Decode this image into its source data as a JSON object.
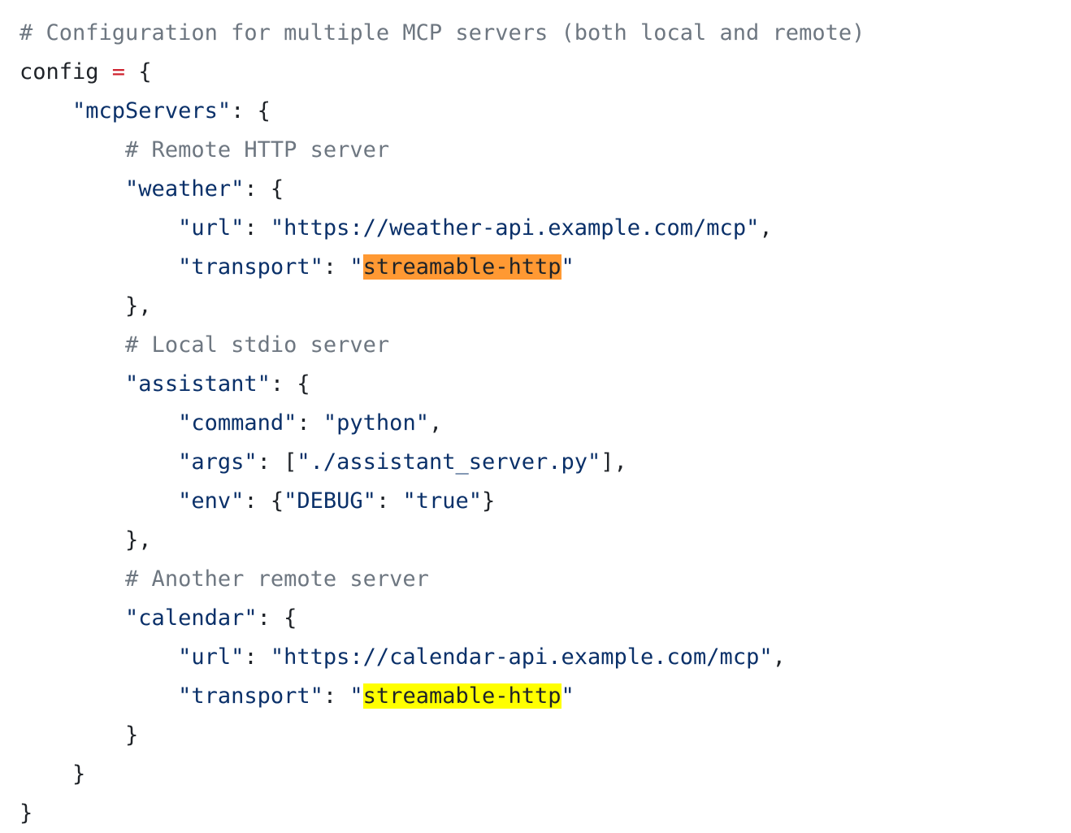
{
  "code": {
    "language": "python",
    "indent": "    ",
    "colors": {
      "comment": "#6e7781",
      "string": "#0a3069",
      "operator": "#cf222e",
      "text": "#1f2328",
      "highlight_orange": "#ff9933",
      "highlight_yellow": "#ffff00"
    },
    "lines": [
      {
        "indent": 0,
        "tokens": [
          {
            "t": "comment",
            "v": "# Configuration for multiple MCP servers (both local and remote)"
          }
        ]
      },
      {
        "indent": 0,
        "tokens": [
          {
            "t": "ident",
            "v": "config "
          },
          {
            "t": "op",
            "v": "="
          },
          {
            "t": "punct",
            "v": " {"
          }
        ]
      },
      {
        "indent": 1,
        "tokens": [
          {
            "t": "string",
            "v": "\"mcpServers\""
          },
          {
            "t": "punct",
            "v": ": {"
          }
        ]
      },
      {
        "indent": 2,
        "tokens": [
          {
            "t": "comment",
            "v": "# Remote HTTP server"
          }
        ]
      },
      {
        "indent": 2,
        "tokens": [
          {
            "t": "string",
            "v": "\"weather\""
          },
          {
            "t": "punct",
            "v": ": {"
          }
        ]
      },
      {
        "indent": 3,
        "tokens": [
          {
            "t": "string",
            "v": "\"url\""
          },
          {
            "t": "punct",
            "v": ": "
          },
          {
            "t": "string",
            "v": "\"https://weather-api.example.com/mcp\""
          },
          {
            "t": "punct",
            "v": ","
          }
        ]
      },
      {
        "indent": 3,
        "tokens": [
          {
            "t": "string",
            "v": "\"transport\""
          },
          {
            "t": "punct",
            "v": ": "
          },
          {
            "t": "string",
            "v": "\""
          },
          {
            "t": "hl",
            "v": "streamable-http",
            "bg": "#ff9933"
          },
          {
            "t": "string",
            "v": "\""
          }
        ]
      },
      {
        "indent": 2,
        "tokens": [
          {
            "t": "punct",
            "v": "},"
          }
        ]
      },
      {
        "indent": 2,
        "tokens": [
          {
            "t": "comment",
            "v": "# Local stdio server"
          }
        ]
      },
      {
        "indent": 2,
        "tokens": [
          {
            "t": "string",
            "v": "\"assistant\""
          },
          {
            "t": "punct",
            "v": ": {"
          }
        ]
      },
      {
        "indent": 3,
        "tokens": [
          {
            "t": "string",
            "v": "\"command\""
          },
          {
            "t": "punct",
            "v": ": "
          },
          {
            "t": "string",
            "v": "\"python\""
          },
          {
            "t": "punct",
            "v": ","
          }
        ]
      },
      {
        "indent": 3,
        "tokens": [
          {
            "t": "string",
            "v": "\"args\""
          },
          {
            "t": "punct",
            "v": ": ["
          },
          {
            "t": "string",
            "v": "\"./assistant_server.py\""
          },
          {
            "t": "punct",
            "v": "],"
          }
        ]
      },
      {
        "indent": 3,
        "tokens": [
          {
            "t": "string",
            "v": "\"env\""
          },
          {
            "t": "punct",
            "v": ": {"
          },
          {
            "t": "string",
            "v": "\"DEBUG\""
          },
          {
            "t": "punct",
            "v": ": "
          },
          {
            "t": "string",
            "v": "\"true\""
          },
          {
            "t": "punct",
            "v": "}"
          }
        ]
      },
      {
        "indent": 2,
        "tokens": [
          {
            "t": "punct",
            "v": "},"
          }
        ]
      },
      {
        "indent": 2,
        "tokens": [
          {
            "t": "comment",
            "v": "# Another remote server"
          }
        ]
      },
      {
        "indent": 2,
        "tokens": [
          {
            "t": "string",
            "v": "\"calendar\""
          },
          {
            "t": "punct",
            "v": ": {"
          }
        ]
      },
      {
        "indent": 3,
        "tokens": [
          {
            "t": "string",
            "v": "\"url\""
          },
          {
            "t": "punct",
            "v": ": "
          },
          {
            "t": "string",
            "v": "\"https://calendar-api.example.com/mcp\""
          },
          {
            "t": "punct",
            "v": ","
          }
        ]
      },
      {
        "indent": 3,
        "tokens": [
          {
            "t": "string",
            "v": "\"transport\""
          },
          {
            "t": "punct",
            "v": ": "
          },
          {
            "t": "string",
            "v": "\""
          },
          {
            "t": "hl",
            "v": "streamable-http",
            "bg": "#ffff00"
          },
          {
            "t": "string",
            "v": "\""
          }
        ]
      },
      {
        "indent": 2,
        "tokens": [
          {
            "t": "punct",
            "v": "}"
          }
        ]
      },
      {
        "indent": 1,
        "tokens": [
          {
            "t": "punct",
            "v": "}"
          }
        ]
      },
      {
        "indent": 0,
        "tokens": [
          {
            "t": "punct",
            "v": "}"
          }
        ]
      }
    ]
  }
}
